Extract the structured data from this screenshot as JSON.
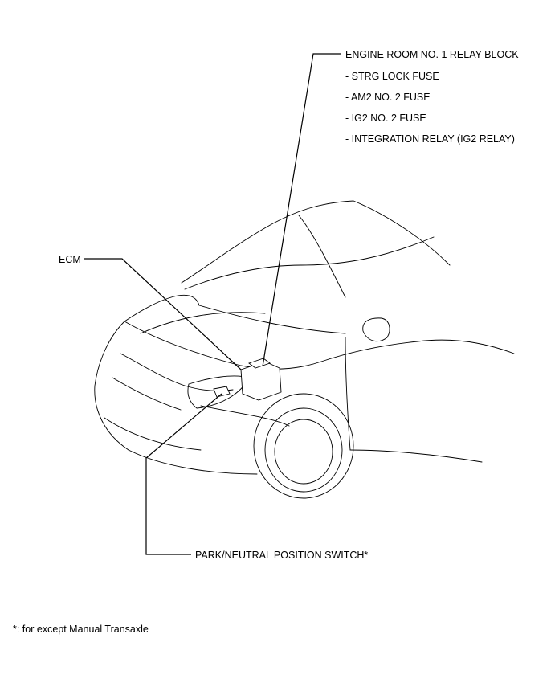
{
  "labels": {
    "relay_block": "ENGINE ROOM NO. 1 RELAY BLOCK",
    "relay_items": [
      "- STRG LOCK FUSE",
      "- AM2 NO. 2 FUSE",
      "- IG2 NO. 2 FUSE",
      "- INTEGRATION RELAY (IG2 RELAY)"
    ],
    "ecm": "ECM",
    "pnp_switch": "PARK/NEUTRAL POSITION SWITCH*"
  },
  "footnote": "*: for except Manual Transaxle",
  "colors": {
    "line": "#000000",
    "background": "#ffffff"
  }
}
